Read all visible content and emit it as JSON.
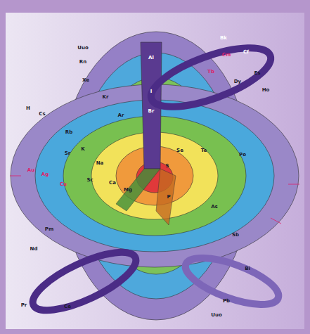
{
  "diagram": {
    "labels": [
      "Uuo",
      "Rn",
      "Xe",
      "Kr",
      "Ar",
      "H",
      "Cs",
      "Rb",
      "K",
      "Na",
      "Sr",
      "Ca",
      "Mg",
      "Sc",
      "Al",
      "I",
      "Br",
      "Se",
      "Te",
      "Po",
      "S",
      "P",
      "As",
      "Sb",
      "Bi",
      "Bk",
      "Cf",
      "Cm",
      "Es",
      "Tb",
      "Dy",
      "Ho",
      "Au",
      "Ag",
      "Cu",
      "Nd",
      "Pr",
      "Ce",
      "Pm",
      "Pb",
      "Uuo"
    ]
  }
}
